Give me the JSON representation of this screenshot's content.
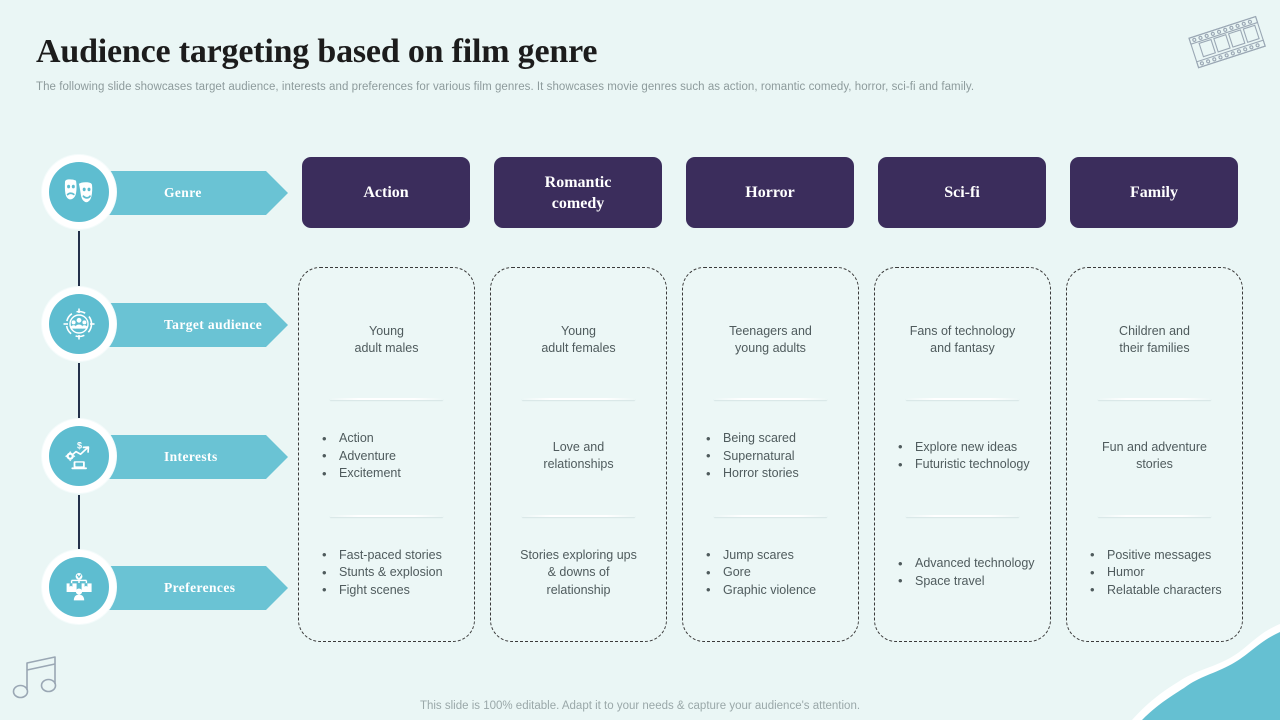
{
  "header": {
    "title": "Audience targeting based on film genre",
    "subtitle": "The following slide showcases target audience, interests and preferences for various film genres. It showcases movie genres such as action, romantic comedy, horror, sci-fi and family."
  },
  "rail": {
    "items": [
      {
        "label": "Genre",
        "icon": "theater-masks-icon"
      },
      {
        "label": "Target audience",
        "icon": "target-audience-icon"
      },
      {
        "label": "Interests",
        "icon": "growth-interests-icon"
      },
      {
        "label": "Preferences",
        "icon": "product-preferences-icon"
      }
    ]
  },
  "genres": [
    {
      "name": "Action"
    },
    {
      "name": "Romantic\ncomedy"
    },
    {
      "name": "Horror"
    },
    {
      "name": "Sci-fi"
    },
    {
      "name": "Family"
    }
  ],
  "columns": [
    {
      "genre": "Action",
      "target_audience": "Young\nadult males",
      "interests_type": "list",
      "interests": [
        "Action",
        "Adventure",
        "Excitement"
      ],
      "preferences_type": "list",
      "preferences": [
        "Fast-paced stories",
        "Stunts & explosion",
        "Fight scenes"
      ]
    },
    {
      "genre": "Romantic comedy",
      "target_audience": "Young\nadult females",
      "interests_type": "text",
      "interests": "Love and\nrelationships",
      "preferences_type": "text",
      "preferences": "Stories exploring ups\n& downs of\nrelationship"
    },
    {
      "genre": "Horror",
      "target_audience": "Teenagers and\nyoung adults",
      "interests_type": "list",
      "interests": [
        "Being scared",
        "Supernatural",
        "Horror stories"
      ],
      "preferences_type": "list",
      "preferences": [
        "Jump scares",
        "Gore",
        "Graphic violence"
      ]
    },
    {
      "genre": "Sci-fi",
      "target_audience": "Fans of technology\nand fantasy",
      "interests_type": "list",
      "interests": [
        "Explore new ideas",
        "Futuristic technology"
      ],
      "preferences_type": "list",
      "preferences": [
        "Advanced technology",
        "Space travel"
      ]
    },
    {
      "genre": "Family",
      "target_audience": "Children and\ntheir families",
      "interests_type": "text",
      "interests": "Fun and adventure\nstories",
      "preferences_type": "list",
      "preferences": [
        "Positive messages",
        "Humor",
        "Relatable characters"
      ]
    }
  ],
  "footer": {
    "note": "This slide is 100% editable. Adapt it to your needs & capture your audience's attention."
  },
  "decorations": {
    "film_strip": "film-strip-icon",
    "music_note": "music-note-icon",
    "corner_wave": "corner-wave-shape"
  },
  "colors": {
    "background": "#eaf6f5",
    "accent_teal": "#6ac3d4",
    "header_purple": "#3b2d5c",
    "body_text": "#4f5b5d",
    "subtitle_text": "#8d9b9c",
    "connector_line": "#23304a"
  }
}
